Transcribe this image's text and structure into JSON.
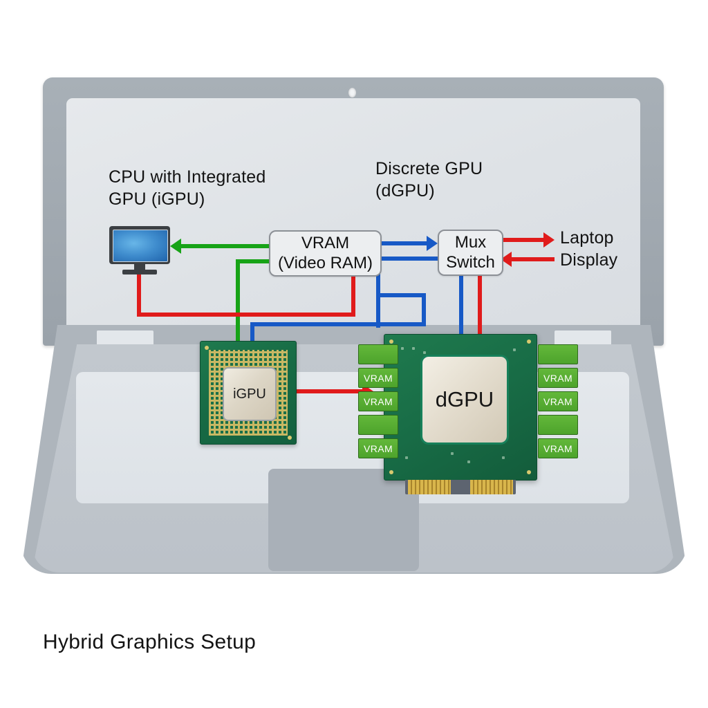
{
  "caption": "Hybrid Graphics Setup",
  "labels": {
    "cpu_igpu": [
      "CPU with Integrated",
      "GPU (iGPU)"
    ],
    "discrete_gpu": [
      "Discrete GPU",
      "(dGPU)"
    ],
    "laptop_display": [
      "Laptop",
      "Display"
    ]
  },
  "boxes": {
    "vram": [
      "VRAM",
      "(Video RAM)"
    ],
    "mux": [
      "Mux",
      "Switch"
    ]
  },
  "chips": {
    "igpu_die_label": "iGPU",
    "dgpu_die_label": "dGPU",
    "vram_chip_label": "VRAM",
    "vram_left_stack": [
      "",
      "VRAM",
      "VRAM",
      "",
      "VRAM"
    ],
    "vram_right_stack": [
      "",
      "VRAM",
      "VRAM",
      "",
      "VRAM"
    ]
  },
  "colors": {
    "green_path": "#17a317",
    "blue_path": "#1759c6",
    "red_path": "#e01b1b",
    "pcb_green": "#1f7a4e",
    "vram_green": "#63b83a",
    "laptop_body": "#aeb5bc",
    "screen_fill": "#e2e6ea",
    "monitor_screen": "#3f8ccd"
  }
}
